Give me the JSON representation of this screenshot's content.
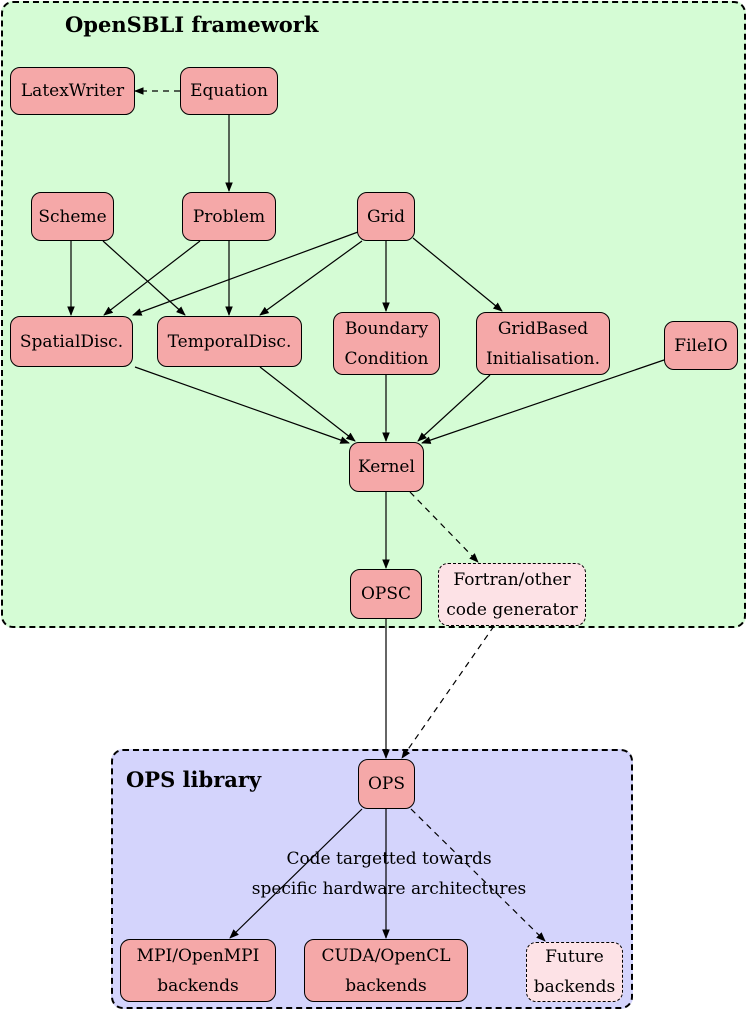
{
  "groups": {
    "opensbli": "OpenSBLI framework",
    "ops": "OPS library"
  },
  "nodes": {
    "latexwriter": "LatexWriter",
    "equation": "Equation",
    "scheme": "Scheme",
    "problem": "Problem",
    "grid": "Grid",
    "spatial": "SpatialDisc.",
    "temporal": "TemporalDisc.",
    "boundary": "Boundary\nCondition",
    "gridbased": "GridBased\nInitialisation.",
    "fileio": "FileIO",
    "kernel": "Kernel",
    "opsc": "OPSC",
    "fortran": "Fortran/other\ncode generator",
    "ops": "OPS",
    "mpi": "MPI/OpenMPI\nbackends",
    "cuda": "CUDA/OpenCL\nbackends",
    "future": "Future\nbackends"
  },
  "annotation": "Code targetted towards\nspecific hardware architectures"
}
